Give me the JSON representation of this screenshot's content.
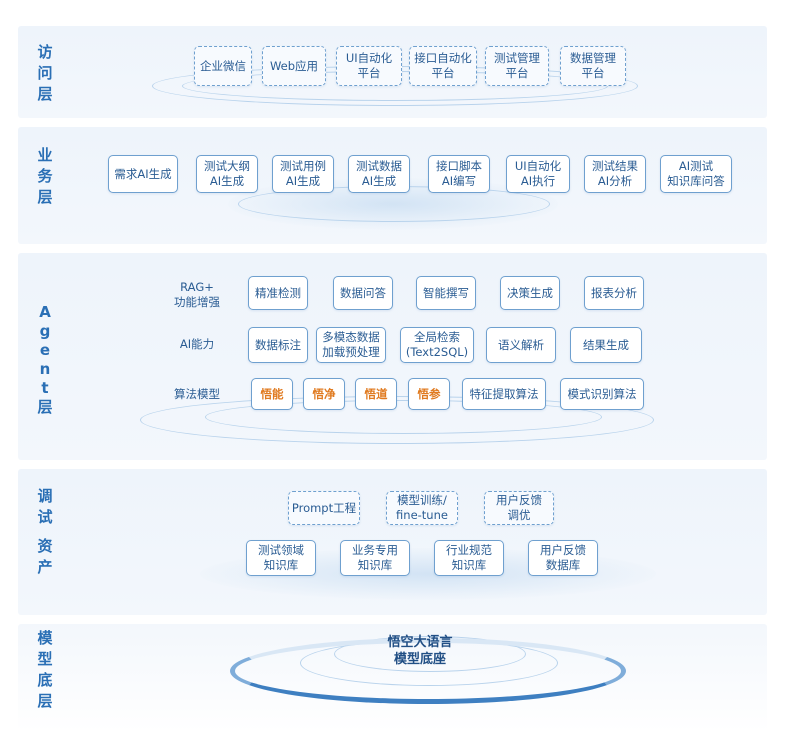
{
  "access_layer": {
    "label_chars": [
      "访",
      "问",
      "层"
    ],
    "items": [
      {
        "lines": [
          "企业微信"
        ]
      },
      {
        "lines": [
          "Web应用"
        ]
      },
      {
        "lines": [
          "UI自动化",
          "平台"
        ]
      },
      {
        "lines": [
          "接口自动化",
          "平台"
        ]
      },
      {
        "lines": [
          "测试管理",
          "平台"
        ]
      },
      {
        "lines": [
          "数据管理",
          "平台"
        ]
      }
    ]
  },
  "business_layer": {
    "label_chars": [
      "业",
      "务",
      "层"
    ],
    "items": [
      {
        "lines": [
          "需求AI生成"
        ]
      },
      {
        "lines": [
          "测试大纲",
          "AI生成"
        ]
      },
      {
        "lines": [
          "测试用例",
          "AI生成"
        ]
      },
      {
        "lines": [
          "测试数据",
          "AI生成"
        ]
      },
      {
        "lines": [
          "接口脚本",
          "AI编写"
        ]
      },
      {
        "lines": [
          "UI自动化",
          "AI执行"
        ]
      },
      {
        "lines": [
          "测试结果",
          "AI分析"
        ]
      },
      {
        "lines": [
          "AI测试",
          "知识库问答"
        ]
      }
    ]
  },
  "agent_layer": {
    "label_chars": [
      "A",
      "g",
      "e",
      "n",
      "t",
      "层"
    ],
    "rows": [
      {
        "label_lines": [
          "RAG+",
          "功能增强"
        ],
        "items": [
          {
            "lines": [
              "精准检测"
            ]
          },
          {
            "lines": [
              "数据问答"
            ]
          },
          {
            "lines": [
              "智能撰写"
            ]
          },
          {
            "lines": [
              "决策生成"
            ]
          },
          {
            "lines": [
              "报表分析"
            ]
          }
        ]
      },
      {
        "label_lines": [
          "AI能力"
        ],
        "items": [
          {
            "lines": [
              "数据标注"
            ]
          },
          {
            "lines": [
              "多模态数据",
              "加载预处理"
            ]
          },
          {
            "lines": [
              "全局检索",
              "(Text2SQL)"
            ]
          },
          {
            "lines": [
              "语义解析"
            ]
          },
          {
            "lines": [
              "结果生成"
            ]
          }
        ]
      },
      {
        "label_lines": [
          "算法模型"
        ],
        "items": [
          {
            "lines": [
              "悟能"
            ]
          },
          {
            "lines": [
              "悟净"
            ]
          },
          {
            "lines": [
              "悟道"
            ]
          },
          {
            "lines": [
              "悟参"
            ]
          },
          {
            "lines": [
              "特征提取算法"
            ]
          },
          {
            "lines": [
              "模式识别算法"
            ]
          }
        ]
      }
    ],
    "accent_color": "#e07a1f"
  },
  "tuning_layer": {
    "label_chars_top": [
      "调",
      "试"
    ],
    "label_chars_bottom": [
      "资",
      "产"
    ],
    "top_items": [
      {
        "lines": [
          "Prompt工程"
        ]
      },
      {
        "lines": [
          "模型训练/",
          "fine-tune"
        ]
      },
      {
        "lines": [
          "用户反馈",
          "调优"
        ]
      }
    ],
    "bottom_items": [
      {
        "lines": [
          "测试领域",
          "知识库"
        ]
      },
      {
        "lines": [
          "业务专用",
          "知识库"
        ]
      },
      {
        "lines": [
          "行业规范",
          "知识库"
        ]
      },
      {
        "lines": [
          "用户反馈",
          "数据库"
        ]
      }
    ]
  },
  "model_layer": {
    "label_chars": [
      "模",
      "型",
      "底",
      "层"
    ],
    "title_lines": [
      "悟空大语言",
      "模型底座"
    ],
    "base_color": "#3e7fc1"
  }
}
